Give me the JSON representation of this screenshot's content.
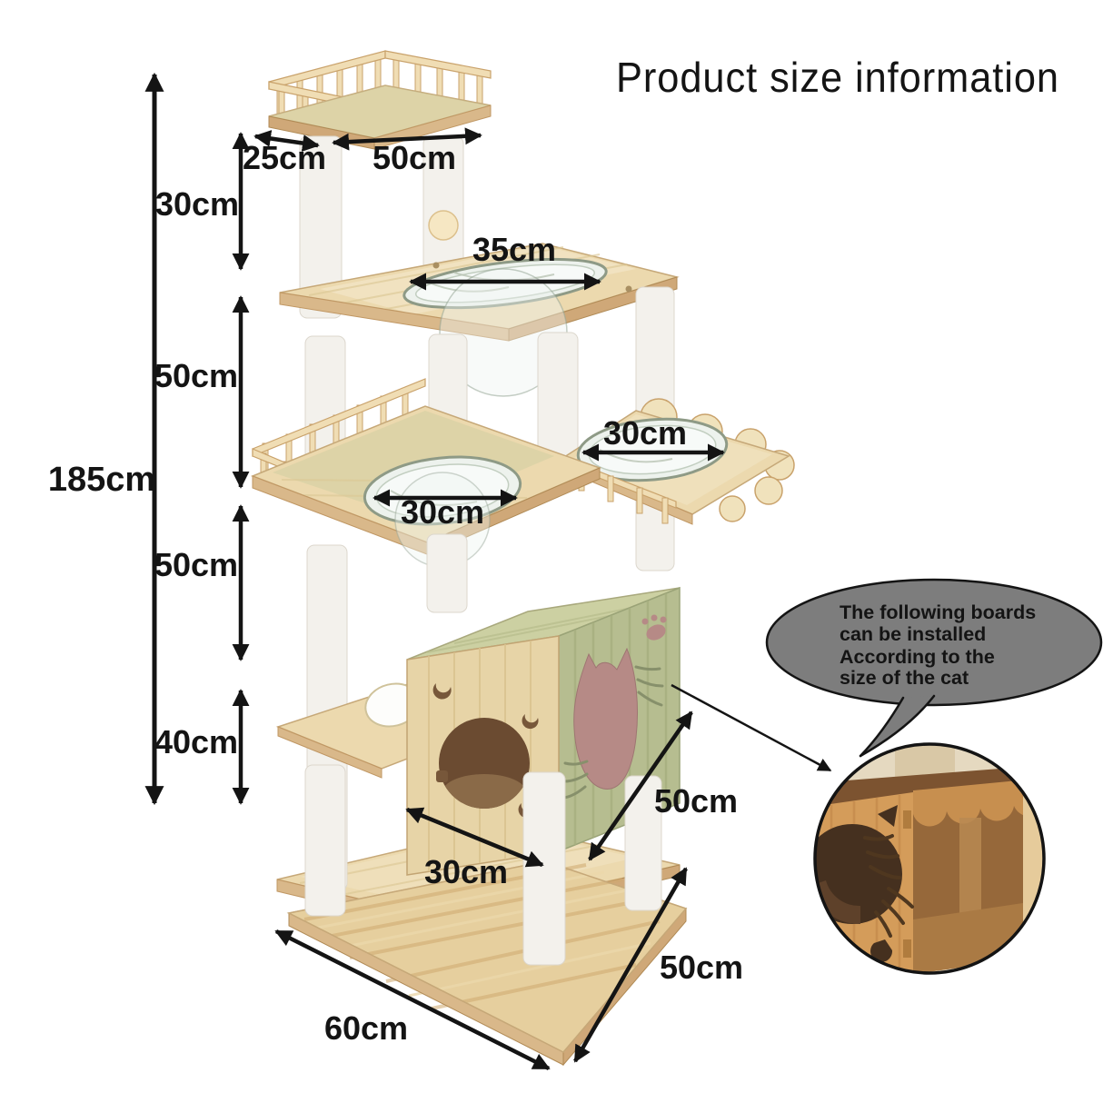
{
  "title": "Product size information",
  "dimensions": {
    "total_height": "185cm",
    "segments": [
      {
        "name": "top-tier-height",
        "label": "30cm"
      },
      {
        "name": "second-tier-height",
        "label": "50cm"
      },
      {
        "name": "third-tier-height",
        "label": "50cm"
      },
      {
        "name": "bottom-tier-height",
        "label": "40cm"
      }
    ],
    "top_platform": {
      "depth": "25cm",
      "width": "50cm"
    },
    "middle_bowl_diameter": "35cm",
    "right_bowl_diameter": "30cm",
    "left_bowl_diameter": "30cm",
    "house_width": "30cm",
    "house_height": "50cm",
    "base_width": "60cm",
    "base_depth": "50cm"
  },
  "callout": {
    "lines": [
      "The following boards",
      "can be installed",
      "According to the",
      "size of the cat"
    ]
  },
  "colors": {
    "background": "#ffffff",
    "text": "#141414",
    "arrow": "#141414",
    "bubble_fill": "#7d7d7d",
    "wood_light": "#ecd9ae",
    "wood_edge": "#d9b88a",
    "wood_green": "#b6bd90",
    "post_white": "#f3f1ec",
    "cat_cutout_pink": "#b68a86",
    "inset_wood": "#d49c5a",
    "inset_hole": "#45301f"
  }
}
